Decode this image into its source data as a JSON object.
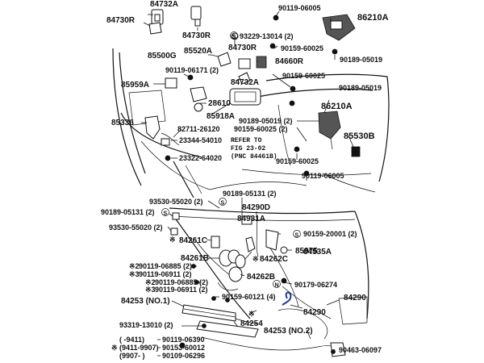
{
  "labels": {
    "p84732A_top": "84732A",
    "p84730R_left": "84730R",
    "p84730R_mid": "84730R",
    "p90119_06005_top": "90119-06005",
    "p86210A_top": "86210A",
    "p93229": "93229-13014 (2)",
    "p84730R_b": "84730R",
    "p90159_60025_a": "90159-60025",
    "p90189_05019_a": "90189-05019",
    "p85500G": "85500G",
    "p85520A": "85520A",
    "p84660R": "84660R",
    "p90119_06171": "90119-06171 (2)",
    "p84732A_b": "84732A",
    "p90159_60025_b": "90159-60025",
    "p85959A": "85959A",
    "p90189_05019_b": "90189-05019",
    "p28610": "28610",
    "p86210A_b": "86210A",
    "p85336": "85336",
    "p85918A": "85918A",
    "p90189_05019_c": "90189-05019 (2)",
    "p82711": "82711-26120",
    "p90159_60025_c": "90159-60025 (2)",
    "p85530B": "85530B",
    "p23344": "23344-54010",
    "p23322": "23322-64020",
    "ref_line1": "REFER TO",
    "ref_line2": "FIG 23-02",
    "ref_line3": "(PNC 84461B)",
    "p90159_60025_d": "90159-60025",
    "p90119_06005_b": "90119-06005",
    "p93530_a": "93530-55020 (2)",
    "p90189_05131_a": "90189-05131 (2)",
    "p90189_05131_b": "90189-05131 (2)",
    "p84290D": "84290D",
    "p93530_b": "93530-55020 (2)",
    "p84931A": "84931A",
    "p84261C": "84261C",
    "p90159_20001": "90159-20001 (2)",
    "p84535A": "84535A",
    "p84261B": "84261B",
    "p84262C": "84262C",
    "p90119_06885_a": "90119-06885 (2)",
    "p90119_06911_a": "90119-06911 (2)",
    "p85975": "85975",
    "p90119_06885_b": "90119-06885 (2)",
    "p90119_06911_b": "90119-06911 (2)",
    "p84262B": "84262B",
    "p90179_06274": "90179-06274",
    "p84253_1": "84253 (NO.1)",
    "p90159_60121": "90159-60121 (4)",
    "p84290_a": "84290",
    "p84290_b": "84290",
    "p93319": "93319-13010 (2)",
    "p84254": "84254",
    "p84253_2": "84253 (NO.2)",
    "d1_range": "(   -9411)",
    "d2_range": "(9411-9907)",
    "d3_range": "(9907-   )",
    "d1_part": "90119-06390",
    "d2_part": "90153-60012",
    "d3_part": "90109-06296",
    "p90463": "90463-06097"
  },
  "markers": {
    "S": "S",
    "N": "N",
    "star": "※",
    "star2": "※2",
    "star3": "※3"
  }
}
